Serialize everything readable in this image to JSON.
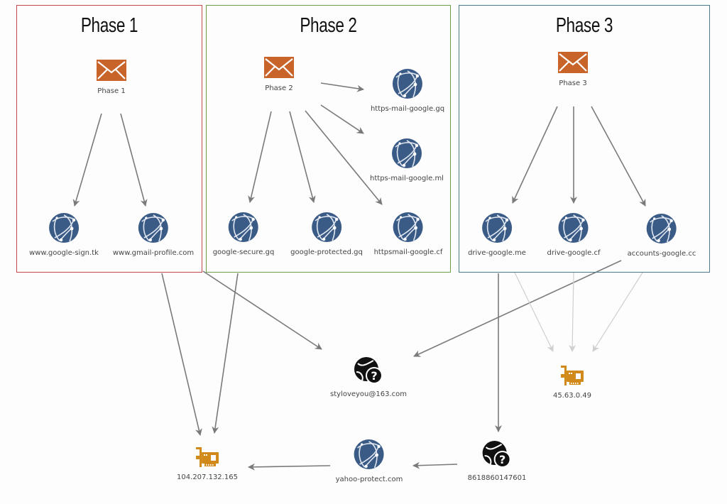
{
  "colors": {
    "phase1_border": "#c0474a",
    "phase2_border": "#6a9e4a",
    "phase3_border": "#4d7b8c",
    "email_icon": "#c8632a",
    "domain_icon": "#3b5b87",
    "ip_icon": "#d18a1a",
    "unknown_icon": "#111111",
    "edge_dark": "#7a7a7a",
    "edge_light": "#cfcfcf"
  },
  "phases": [
    {
      "id": "phase1",
      "title": "Phase 1"
    },
    {
      "id": "phase2",
      "title": "Phase 2"
    },
    {
      "id": "phase3",
      "title": "Phase 3"
    }
  ],
  "nodes": {
    "email1": {
      "type": "email",
      "label": "Phase 1"
    },
    "email2": {
      "type": "email",
      "label": "Phase 2"
    },
    "email3": {
      "type": "email",
      "label": "Phase 3"
    },
    "d_google_sign": {
      "type": "domain",
      "label": "www.google-sign.tk"
    },
    "d_gmail_profile": {
      "type": "domain",
      "label": "www.gmail-profile.com"
    },
    "d_https_gq": {
      "type": "domain",
      "label": "https-mail-google.gq"
    },
    "d_https_ml": {
      "type": "domain",
      "label": "https-mail-google.ml"
    },
    "d_google_secure": {
      "type": "domain",
      "label": "google-secure.gq"
    },
    "d_google_protected": {
      "type": "domain",
      "label": "google-protected.gq"
    },
    "d_httpsmail_cf": {
      "type": "domain",
      "label": "httpsmail-google.cf"
    },
    "d_drive_me": {
      "type": "domain",
      "label": "drive-google.me"
    },
    "d_drive_cf": {
      "type": "domain",
      "label": "drive-google.cf"
    },
    "d_accounts_cc": {
      "type": "domain",
      "label": "accounts-google.cc"
    },
    "u_styloveyou": {
      "type": "unknown",
      "label": "styloveyou@163.com"
    },
    "ip_45": {
      "type": "ip",
      "label": "45.63.0.49"
    },
    "ip_104": {
      "type": "ip",
      "label": "104.207.132.165"
    },
    "d_yahoo": {
      "type": "domain",
      "label": "yahoo-protect.com"
    },
    "u_phone": {
      "type": "unknown",
      "label": "8618860147601"
    }
  },
  "edges": [
    {
      "from": "email1",
      "to": "d_google_sign",
      "style": "dark"
    },
    {
      "from": "email1",
      "to": "d_gmail_profile",
      "style": "dark"
    },
    {
      "from": "email2",
      "to": "d_https_gq",
      "style": "dark"
    },
    {
      "from": "email2",
      "to": "d_https_ml",
      "style": "dark"
    },
    {
      "from": "email2",
      "to": "d_google_secure",
      "style": "dark"
    },
    {
      "from": "email2",
      "to": "d_google_protected",
      "style": "dark"
    },
    {
      "from": "email2",
      "to": "d_httpsmail_cf",
      "style": "dark"
    },
    {
      "from": "email3",
      "to": "d_drive_me",
      "style": "dark"
    },
    {
      "from": "email3",
      "to": "d_drive_cf",
      "style": "dark"
    },
    {
      "from": "email3",
      "to": "d_accounts_cc",
      "style": "dark"
    },
    {
      "from": "d_gmail_profile",
      "to": "ip_104",
      "style": "dark"
    },
    {
      "from": "d_google_secure",
      "to": "ip_104",
      "style": "dark"
    },
    {
      "from": "phase1",
      "to": "u_styloveyou",
      "style": "dark"
    },
    {
      "from": "d_accounts_cc",
      "to": "u_styloveyou",
      "style": "dark"
    },
    {
      "from": "d_drive_me",
      "to": "u_phone",
      "style": "dark"
    },
    {
      "from": "d_drive_me",
      "to": "ip_45",
      "style": "light"
    },
    {
      "from": "d_drive_cf",
      "to": "ip_45",
      "style": "light"
    },
    {
      "from": "d_accounts_cc",
      "to": "ip_45",
      "style": "light"
    },
    {
      "from": "u_phone",
      "to": "d_yahoo",
      "style": "dark"
    },
    {
      "from": "d_yahoo",
      "to": "ip_104",
      "style": "dark"
    }
  ]
}
